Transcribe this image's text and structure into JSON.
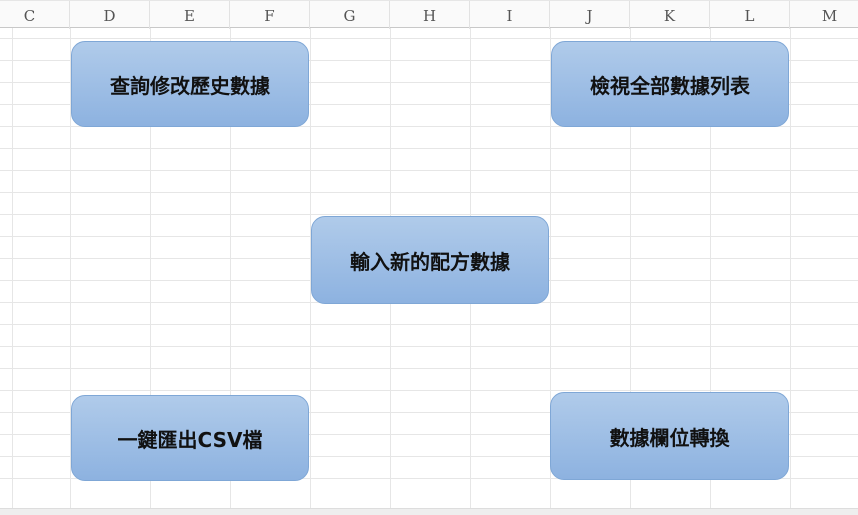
{
  "columns": [
    "C",
    "D",
    "E",
    "F",
    "G",
    "H",
    "I",
    "J",
    "K",
    "L",
    "M"
  ],
  "buttons": {
    "query_history": "查詢修改歷史數據",
    "view_all": "檢視全部數據列表",
    "input_new": "輸入新的配方數據",
    "export_csv": "一鍵匯出CSV檔",
    "convert_fields": "數據欄位轉換"
  }
}
